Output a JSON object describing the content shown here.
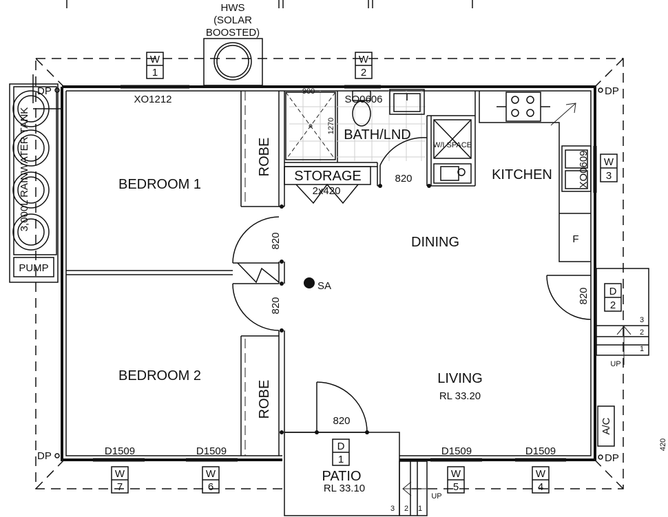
{
  "rooms": {
    "bedroom1": "BEDROOM 1",
    "bedroom2": "BEDROOM 2",
    "robe_top": "ROBE",
    "robe_bottom": "ROBE",
    "bath": "BATH/LND",
    "storage": "STORAGE",
    "storage_door": "2x420",
    "wi_space": "W/I SPACE",
    "kitchen": "KITCHEN",
    "dining": "DINING",
    "living": "LIVING",
    "living_rl": "RL 33.20",
    "patio": "PATIO",
    "patio_rl": "RL 33.10"
  },
  "labels": {
    "hws_line1": "HWS",
    "hws_line2": "(SOLAR",
    "hws_line3": "BOOSTED)",
    "pump": "PUMP",
    "tank": "3,000L RAINWATER TANK",
    "fridge": "F",
    "ac": "A/C",
    "sa": "SA",
    "up_right": "UP",
    "up_bottom": "UP",
    "dp": "DP",
    "shower_w": "900",
    "shower_d": "1270",
    "cut_text": "420"
  },
  "windows": {
    "xo_bed1": "XO1212",
    "xo_bath": "SO0606",
    "xo_kit": "XO0609",
    "d_bed2a": "D1509",
    "d_bed2b": "D1509",
    "d_liv_a": "D1509",
    "d_liv_b": "D1509"
  },
  "doors": {
    "d_bath": "820",
    "d_bed1": "820",
    "d_bed2": "820",
    "d_patio": "820",
    "d_side": "820"
  },
  "tags": {
    "w1": {
      "letter": "W",
      "num": "1"
    },
    "w2": {
      "letter": "W",
      "num": "2"
    },
    "w3": {
      "letter": "W",
      "num": "3"
    },
    "w4": {
      "letter": "W",
      "num": "4"
    },
    "w5": {
      "letter": "W",
      "num": "5"
    },
    "w6": {
      "letter": "W",
      "num": "6"
    },
    "w7": {
      "letter": "W",
      "num": "7"
    },
    "d1": {
      "letter": "D",
      "num": "1"
    },
    "d2": {
      "letter": "D",
      "num": "2"
    }
  },
  "steps_right": [
    "3",
    "2",
    "1"
  ],
  "steps_bottom": [
    "3",
    "2",
    "1"
  ]
}
